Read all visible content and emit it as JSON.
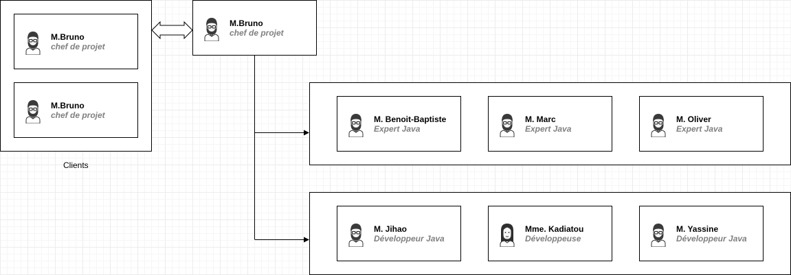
{
  "clients_caption": "Clients",
  "colors": {
    "role": "#808080",
    "border": "#000000"
  },
  "cards": {
    "client1": {
      "name": "M.Bruno",
      "role": "chef de projet",
      "icon": "man-avatar-icon"
    },
    "client2": {
      "name": "M.Bruno",
      "role": "chef de projet",
      "icon": "man-avatar-icon"
    },
    "manager": {
      "name": "M.Bruno",
      "role": "chef de projet",
      "icon": "man-avatar-icon"
    },
    "experts": [
      {
        "name": "M. Benoit-Baptiste",
        "role": "Expert Java",
        "icon": "man-avatar-icon"
      },
      {
        "name": "M. Marc",
        "role": "Expert Java",
        "icon": "man-avatar-icon"
      },
      {
        "name": "M. Oliver",
        "role": "Expert Java",
        "icon": "man-avatar-icon"
      }
    ],
    "developers": [
      {
        "name": "M. Jihao",
        "role": "Développeur Java",
        "icon": "man-avatar-icon"
      },
      {
        "name": "Mme. Kadiatou",
        "role": "Développeuse",
        "icon": "woman-avatar-icon"
      },
      {
        "name": "M. Yassine",
        "role": "Développeur Java",
        "icon": "man-avatar-icon"
      }
    ]
  }
}
